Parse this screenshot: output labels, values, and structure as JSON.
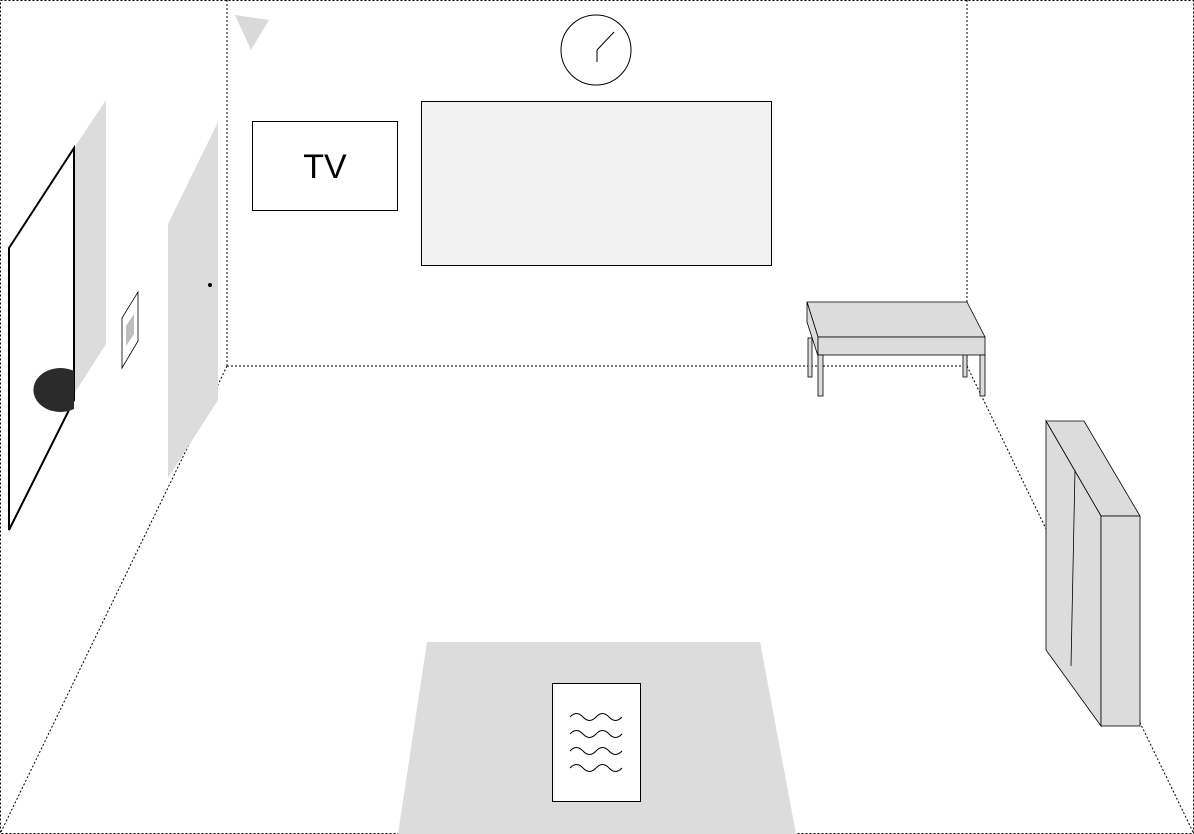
{
  "room": {
    "tv_label": "TV"
  },
  "colors": {
    "line": "#000000",
    "fill_light": "#dcdcdc",
    "fill_screen": "#f2f2f2",
    "fill_dark": "#2b2b2b",
    "background": "#ffffff"
  },
  "objects": [
    "clock-icon",
    "tv-sign",
    "whiteboard",
    "desk",
    "cabinet",
    "rug",
    "document-icon",
    "door",
    "window",
    "speaker-icon",
    "wall-picture"
  ]
}
